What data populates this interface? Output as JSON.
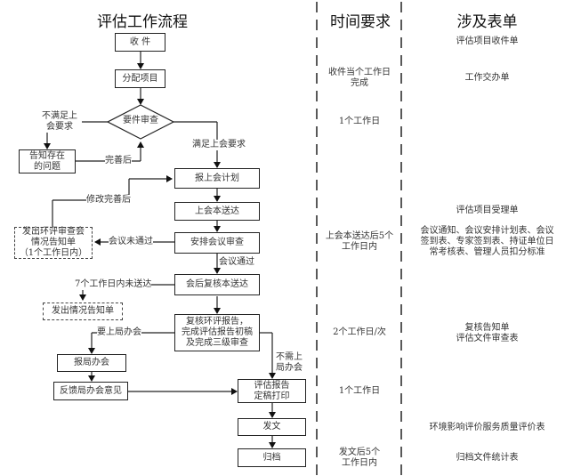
{
  "headers": {
    "process": "评估工作流程",
    "time": "时间要求",
    "forms": "涉及表单"
  },
  "nodes": {
    "receive": "收 件",
    "assign": "分配项目",
    "review": "要件审查",
    "notify_issues": "告知存在\n的问题",
    "report_plan": "报上会计划",
    "submit_meeting": "上会本送达",
    "arrange_meeting": "安排会议审查",
    "issue_notice": "发出环评审查会\n情况告知单\n（1个工作日内）",
    "post_meeting": "会后复核本送达",
    "situation_notice": "发出情况告知单",
    "recheck": "复核环评报告，\n完成评估报告初稿\n及完成三级审查",
    "bureau_meeting": "报局办会",
    "feedback": "反馈局办会意见",
    "finalize": "评估报告\n定稿打印",
    "dispatch": "发文",
    "archive": "归档"
  },
  "edge_labels": {
    "not_meet": "不满足上\n会要求",
    "after_fix": "完善后",
    "meet": "满足上会要求",
    "after_revise": "修改完善后",
    "not_passed": "会议未通过",
    "passed": "会议通过",
    "not_delivered": "7个工作日内未送达",
    "need_bureau": "要上局办会",
    "no_bureau": "不需上\n局办会"
  },
  "time_requirements": [
    "收件当个工作日\n完成",
    "1个工作日",
    "上会本送达后5个\n工作日内",
    "2个工作日/次",
    "1个工作日",
    "发文后5个\n工作日内"
  ],
  "forms": [
    "评估项目收件单",
    "工作交办单",
    "评估项目受理单",
    "会议通知、会议安排计划表、会议\n签到表、专家签到表、持证单位日\n常考核表、管理人员扣分标准",
    "复核告知单\n评估文件审查表",
    "环境影响评价服务质量评价表",
    "归档文件统计表"
  ]
}
